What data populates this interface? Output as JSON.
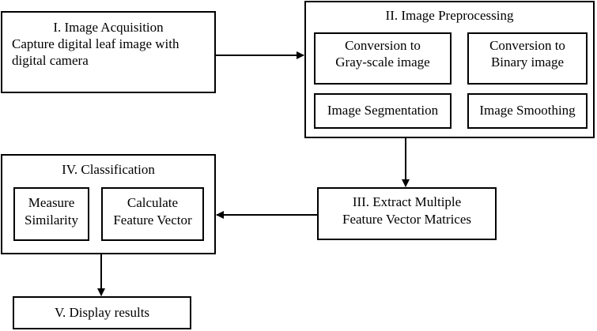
{
  "acquisition": {
    "title": "I. Image Acquisition",
    "desc_line1": "Capture digital leaf image with",
    "desc_line2": "digital camera"
  },
  "preprocessing": {
    "title": "II. Image Preprocessing",
    "steps": [
      {
        "line1": "Conversion to",
        "line2": "Gray-scale image"
      },
      {
        "line1": "Conversion to",
        "line2": "Binary image"
      },
      {
        "line1": "Image Segmentation"
      },
      {
        "line1": "Image Smoothing"
      }
    ]
  },
  "extract": {
    "line1": "III. Extract Multiple",
    "line2": "Feature Vector Matrices"
  },
  "classification": {
    "title": "IV. Classification",
    "steps": [
      {
        "line1": "Measure",
        "line2": "Similarity"
      },
      {
        "line1": "Calculate",
        "line2": "Feature Vector"
      }
    ]
  },
  "display": {
    "label": "V. Display results"
  }
}
